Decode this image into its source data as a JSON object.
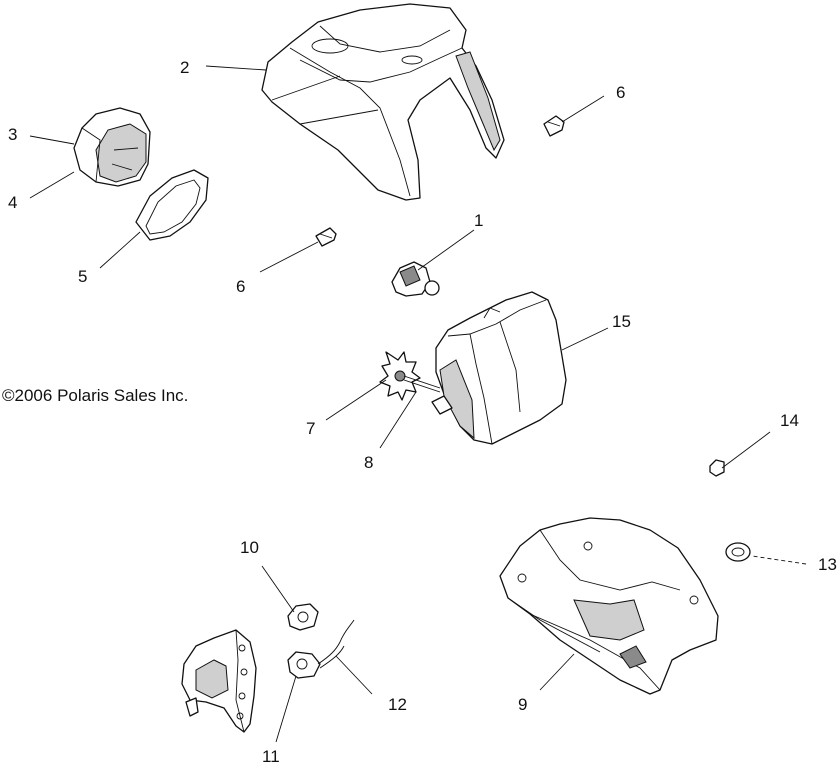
{
  "copyright": "©2006 Polaris Sales Inc.",
  "callouts": {
    "c1": "1",
    "c2": "2",
    "c3": "3",
    "c4": "4",
    "c5": "5",
    "c6a": "6",
    "c6b": "6",
    "c7": "7",
    "c8": "8",
    "c9": "9",
    "c10": "10",
    "c11": "11",
    "c12": "12",
    "c13": "13",
    "c14": "14",
    "c15": "15"
  },
  "colors": {
    "line": "#111111",
    "shade": "#cfcfcf",
    "background": "#ffffff"
  }
}
